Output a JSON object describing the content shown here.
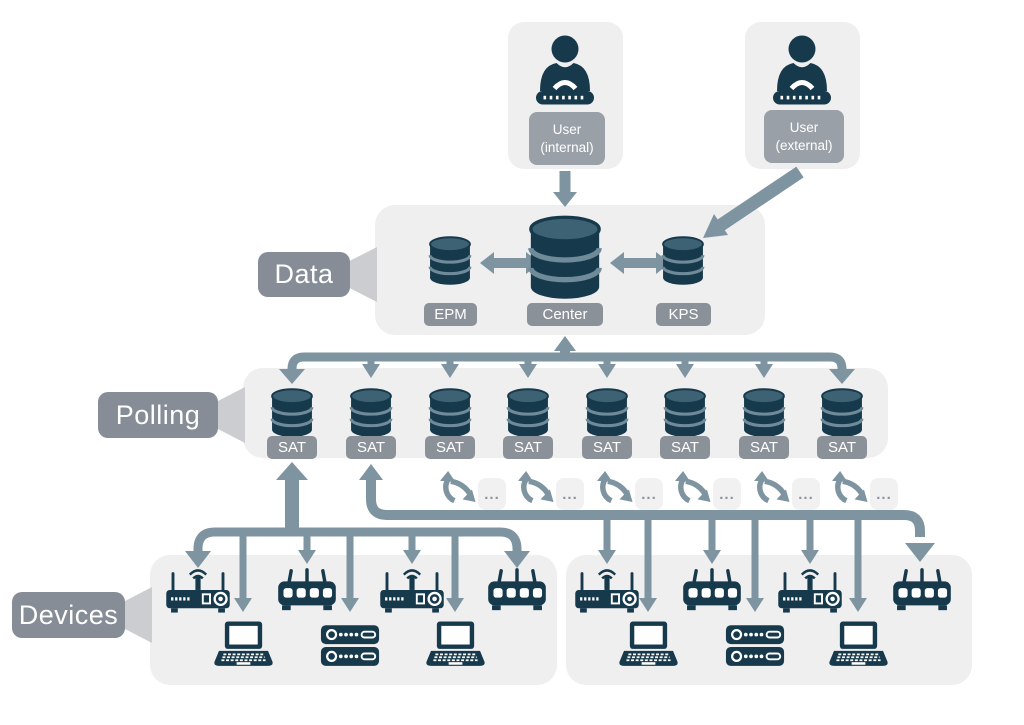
{
  "users": {
    "internal": {
      "line1": "User",
      "line2": "(internal)",
      "icon": "user-at-desk-icon"
    },
    "external": {
      "line1": "User",
      "line2": "(external)",
      "icon": "user-at-desk-icon"
    }
  },
  "layers": {
    "data": {
      "tag": "Data",
      "nodes": [
        {
          "label": "EPM",
          "icon": "database-icon",
          "size": "small"
        },
        {
          "label": "Center",
          "icon": "database-icon",
          "size": "large"
        },
        {
          "label": "KPS",
          "icon": "database-icon",
          "size": "small"
        }
      ],
      "connections": [
        "EPM-Center bidirectional",
        "Center-KPS bidirectional"
      ]
    },
    "polling": {
      "tag": "Polling",
      "sat_labels": [
        "SAT",
        "SAT",
        "SAT",
        "SAT",
        "SAT",
        "SAT",
        "SAT",
        "SAT"
      ]
    },
    "devices": {
      "tag": "Devices",
      "groups": [
        {
          "top_row": [
            "wifi-router",
            "switch",
            "wifi-router",
            "switch"
          ],
          "bottom_row": [
            "laptop",
            "server",
            "laptop"
          ]
        },
        {
          "top_row": [
            "wifi-router",
            "switch",
            "wifi-router",
            "switch"
          ],
          "bottom_row": [
            "laptop",
            "server",
            "laptop"
          ]
        }
      ]
    }
  },
  "exchange": {
    "ellipsis": "...",
    "pairs": 6,
    "icon": "sync-arrows-icon"
  },
  "colors": {
    "navy": "#17394c",
    "db_top": "#3d6274",
    "db_separator": "#6f8a99",
    "arrow": "#7e95a1",
    "panel": "#efeff0",
    "tag_gray": "#868d96",
    "chip_gray": "#8b9199",
    "pointer_gray": "#cbcdd0",
    "ellipsis_box": "#f1f1f2"
  }
}
